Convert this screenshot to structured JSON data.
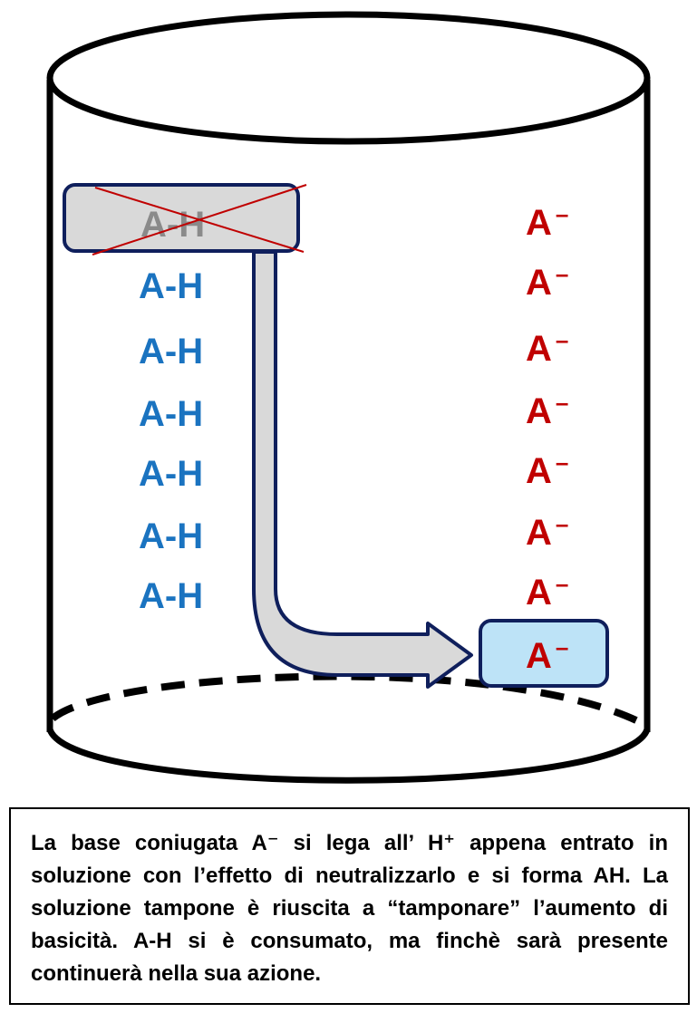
{
  "acid_label": "A-H",
  "base_label": "A",
  "base_charge": "–",
  "acid_column": [
    "A-H",
    "A-H",
    "A-H",
    "A-H",
    "A-H",
    "A-H"
  ],
  "base_column": [
    "A",
    "A",
    "A",
    "A",
    "A",
    "A",
    "A"
  ],
  "caption": "La base coniugata A⁻ si lega all’ H⁺ appena entrato in soluzione con l’effetto di neutralizzarlo e si forma AH. La soluzione tampone è riuscita a “tamponare” l’aumento di basicità. A-H si è consumato, ma finchè sarà presente continuerà nella sua azione.",
  "colors": {
    "acid": "#1a73c0",
    "base": "#c00000",
    "removed_box_fill": "#d9d9d9",
    "new_box_fill": "#bde3f7",
    "box_border": "#0f1f5c",
    "arrow_fill": "#d9d9d9",
    "cross": "#c00000"
  }
}
